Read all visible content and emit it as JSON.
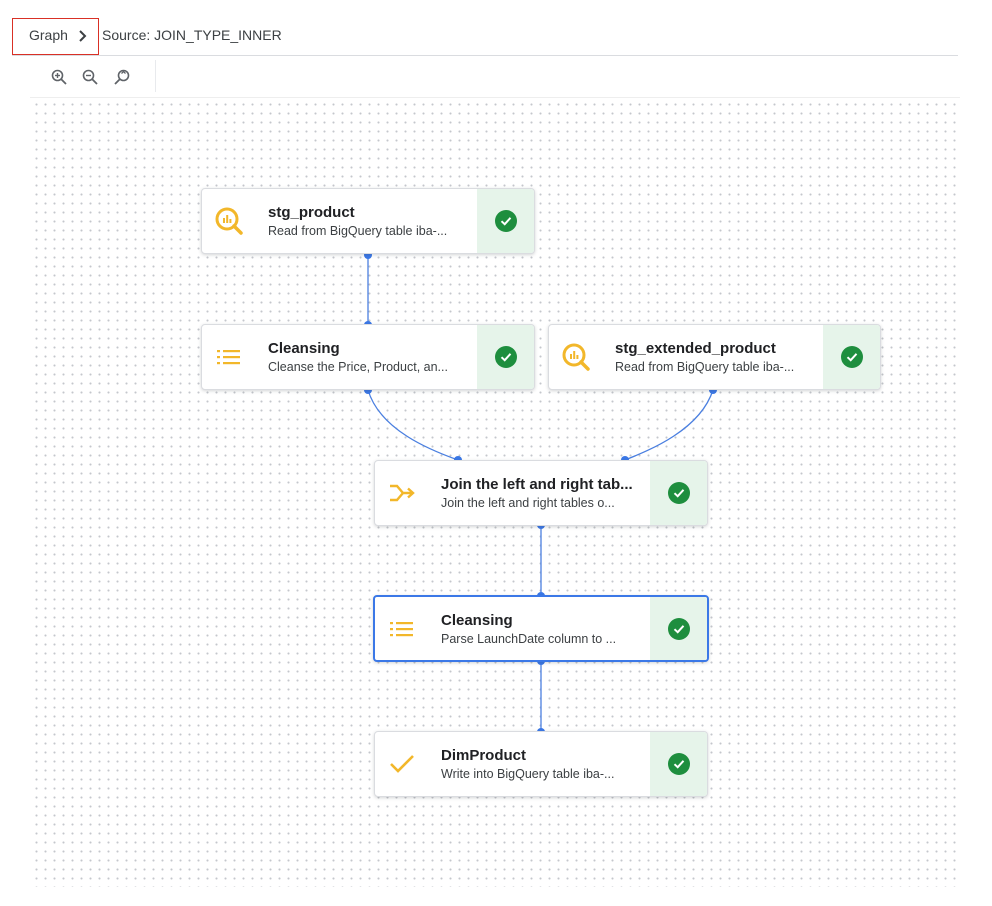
{
  "breadcrumb": {
    "root": "Graph",
    "current": "Source: JOIN_TYPE_INNER"
  },
  "toolbar": {
    "buttons": [
      {
        "name": "zoom-in",
        "icon": "zoom-in-icon"
      },
      {
        "name": "zoom-out",
        "icon": "zoom-out-icon"
      },
      {
        "name": "zoom-reset",
        "icon": "zoom-reset-icon"
      }
    ]
  },
  "colors": {
    "accent": "#3b78e7",
    "edge": "#4a7fe0",
    "icon_yellow": "#f2b72a",
    "success": "#1e8e3e",
    "success_bg": "#e6f4ea",
    "highlight_border": "#d93025"
  },
  "nodes": {
    "stg_product": {
      "title": "stg_product",
      "description": "Read from BigQuery table iba-...",
      "icon": "bigquery-icon",
      "status": "succeeded"
    },
    "cleansing_1": {
      "title": "Cleansing",
      "description": "Cleanse the Price, Product, an...",
      "icon": "list-icon",
      "status": "succeeded"
    },
    "stg_extended_product": {
      "title": "stg_extended_product",
      "description": "Read from BigQuery table iba-...",
      "icon": "bigquery-icon",
      "status": "succeeded"
    },
    "join": {
      "title": "Join the left and right tab...",
      "description": "Join the left and right tables o...",
      "icon": "join-icon",
      "status": "succeeded"
    },
    "cleansing_2": {
      "title": "Cleansing",
      "description": "Parse LaunchDate column to ...",
      "icon": "list-icon",
      "status": "succeeded",
      "selected": true
    },
    "dim_product": {
      "title": "DimProduct",
      "description": "Write into BigQuery table iba-...",
      "icon": "checkmark-icon",
      "status": "succeeded"
    }
  }
}
